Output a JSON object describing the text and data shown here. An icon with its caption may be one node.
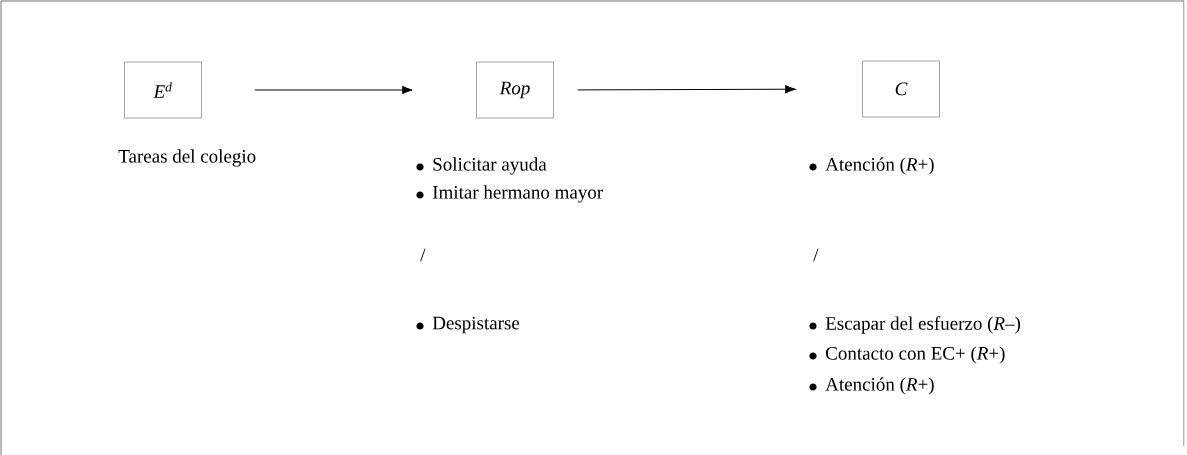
{
  "diagram": {
    "nodes": [
      {
        "text": [
          "E$^{d}$"
        ]
      },
      {
        "text": [
          "Rop"
        ]
      },
      {
        "text": [
          "C"
        ]
      }
    ],
    "edges": [
      {
        "from": 0,
        "to": 1,
        "arrow": "to"
      },
      {
        "from": 1,
        "to": 2,
        "arrow": "to"
      }
    ],
    "labels": [
      "Tareas del colegio",
      "Solicitar ayuda",
      "Atención (*R*+)",
      "Imitar hermano mayor",
      "/",
      "/",
      "Despistarse",
      "Escapar del esfuerzo (*R*–)",
      "Contacto con EC+ (*R*+)",
      "Atención (*R*+)"
    ]
  }
}
